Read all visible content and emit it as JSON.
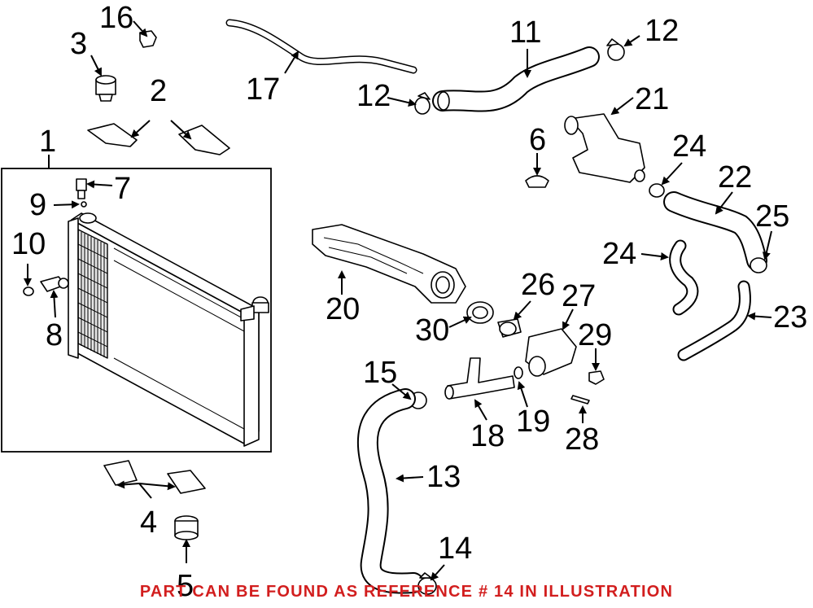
{
  "notice": {
    "text": "PART CAN BE FOUND AS REFERENCE # 14 IN ILLUSTRATION",
    "color": "#d21e1e"
  },
  "callouts": [
    "1",
    "2",
    "3",
    "4",
    "5",
    "6",
    "7",
    "8",
    "9",
    "10",
    "11",
    "12",
    "12",
    "13",
    "14",
    "15",
    "16",
    "17",
    "18",
    "19",
    "20",
    "21",
    "22",
    "23",
    "24",
    "25",
    "25",
    "26",
    "27",
    "28",
    "29",
    "30"
  ]
}
